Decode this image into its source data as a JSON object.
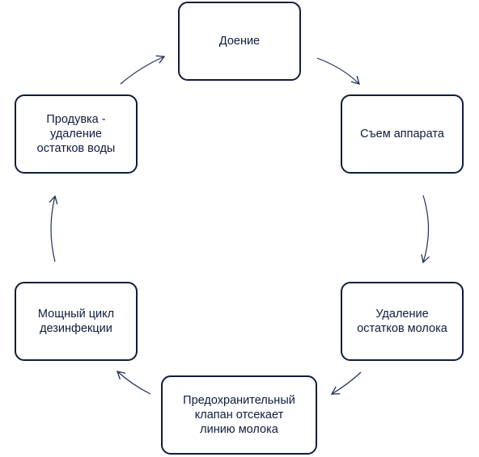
{
  "diagram": {
    "colors": {
      "border": "#0f1d3b",
      "text": "#0f1d3b",
      "arrow": "#1f2f57"
    },
    "nodes": {
      "milking": "Доение",
      "removal": "Съем аппарата",
      "residual": "Удаление\nостатков молока",
      "valve": "Предохранительный\nклапан отсекает\nлинию молока",
      "disinfect": "Мощный цикл\nдезинфекции",
      "purge": "Продувка -\nудаление\nостатков воды"
    }
  }
}
